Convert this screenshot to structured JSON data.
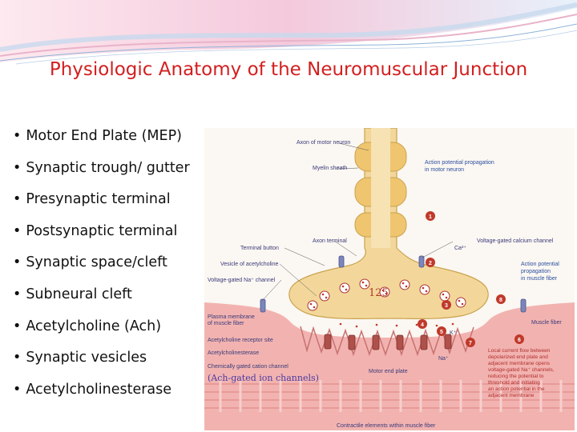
{
  "title": "Physiologic Anatomy of the Neuromuscular Junction",
  "bullets": [
    "Motor End Plate (MEP)",
    "Synaptic trough/ gutter",
    "Presynaptic terminal",
    "Postsynaptic terminal",
    "Synaptic space/cleft",
    "Subneural cleft",
    "Acetylcholine (Ach)",
    "Synaptic vesicles",
    "Acetylcholinesterase"
  ],
  "figure": {
    "labels": {
      "axon": "Axon of motor neuron",
      "myelin": "Myelin sheath",
      "ap_motor_1": "Action potential propagation",
      "ap_motor_2": "in motor neuron",
      "terminal_button": "Terminal button",
      "axon_terminal": "Axon terminal",
      "ca": "Ca²⁺",
      "vg_calcium": "Voltage-gated calcium channel",
      "vesicle": "Vesicle of acetylcholine",
      "vg_na": "Voltage-gated Na⁺ channel",
      "ap_muscle_1": "Action potential",
      "ap_muscle_2": "propagation",
      "ap_muscle_3": "in muscle fiber",
      "plasma_1": "Plasma membrane",
      "plasma_2": "of muscle fiber",
      "ach_receptor": "Acetylcholine receptor site",
      "ache": "Acetylcholinesterase",
      "chem_gated_1": "Chemically gated cation channel",
      "chem_gated_2": "(Ach-gated ion channels)",
      "motor_end_plate": "Motor end plate",
      "muscle_fiber": "Muscle fiber",
      "k": "K⁺",
      "na": "Na⁺",
      "contractile": "Contractile elements within muscle fiber",
      "local_1": "Local current flow between",
      "local_2": "depolarized end plate and",
      "local_3": "adjacent membrane opens",
      "local_4": "voltage-gated Na⁺ channels,",
      "local_5": "reducing the potential to",
      "local_6": "threshold and initiating",
      "local_7": "an action potential in the",
      "local_8": "adjacent membrane",
      "handwritten_number": "125"
    },
    "step_numbers": [
      "1",
      "2",
      "3",
      "4",
      "5",
      "6",
      "7",
      "8"
    ]
  },
  "colors": {
    "title": "#d21f1f",
    "neuron": "#f3d79a",
    "neuron_outline": "#c9a24e",
    "muscle": "#f2b3b0",
    "cleft": "#f7d7d5",
    "step_badge": "#c0392b"
  }
}
